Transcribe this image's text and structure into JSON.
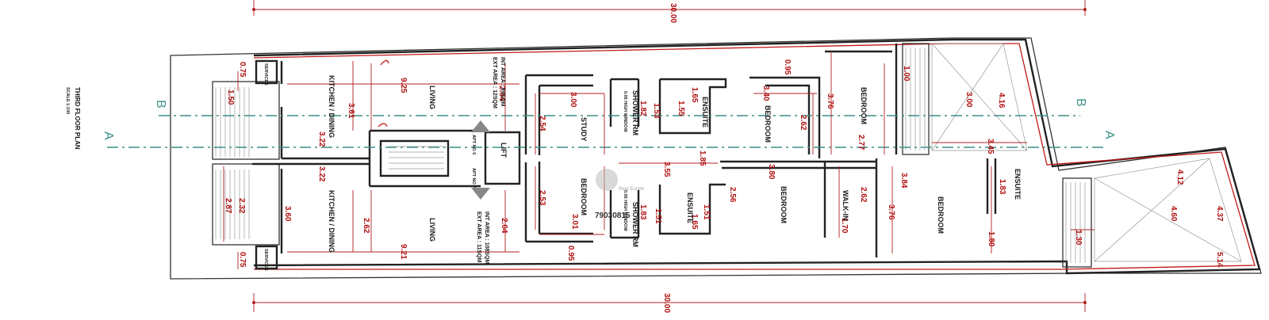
{
  "title": {
    "main": "THIRD FLOOR PLAN",
    "scale": "SCALE 1:100"
  },
  "sections": {
    "a": "A",
    "b": "B"
  },
  "rooms": {
    "kitchen_top": "KITCHEN / DINING",
    "kitchen_bottom": "KITCHEN / DINING",
    "living_top": "LIVING",
    "living_bottom": "LIVING",
    "study": "STUDY",
    "bedroom_top_mid": "BEDROOM",
    "bedroom_top_right": "BEDROOM",
    "bedroom_bottom_left": "BEDROOM",
    "bedroom_bottom_mid": "BEDROOM",
    "bedroom_bottom_right": "BEDROOM",
    "shower_top": "SHOWER RM",
    "shower_bottom": "SHOWER RM",
    "ensuite_top": "ENSUITE",
    "ensuite_bottom": "ENSUITE",
    "ensuite_right": "ENSUITE",
    "walkin": "WALK-IN",
    "lift": "LIFT",
    "services_top": "SERVICES",
    "services_bottom": "SERVICES"
  },
  "apartments": {
    "apt6": "APT NO 6",
    "apt7": "APT NO 7",
    "apt6_int": "INT AREA : 89SQM",
    "apt6_ext": "EXT AREA : 12SQM",
    "apt7_int": "INT AREA : 108SQM",
    "apt7_ext": "EXT AREA : 11SQM"
  },
  "notes": {
    "window_top": "0.05 HIGH WINDOW",
    "window_bottom": "0.05 HIGH WINDOW"
  },
  "watermark": {
    "phone": "79030815",
    "brand": "Real Estate"
  },
  "dims": {
    "overall_top": "30.00",
    "overall_bottom": "30.00",
    "d075a": "0.75",
    "d075b": "0.75",
    "d150": "1.50",
    "d287": "2.87",
    "d232": "2.32",
    "d925": "9.25",
    "d921": "9.21",
    "d361": "3.61",
    "d360": "3.60",
    "d322a": "3.22",
    "d322b": "3.22",
    "d262a": "2.62",
    "d264a": "2.64",
    "d264b": "2.64",
    "d300": "3.00",
    "d254": "2.54",
    "d253": "2.53",
    "d301": "3.01",
    "d095a": "0.95",
    "d095b": "0.95",
    "d153": "1.53",
    "d182": "1.82",
    "d165a": "1.65",
    "d155": "1.55",
    "d355": "3.55",
    "d185": "1.85",
    "d183": "1.83",
    "d151a": "1.51",
    "d151b": "1.51",
    "d165b": "1.65",
    "d340": "3.40",
    "d262b": "2.62",
    "d376a": "3.76",
    "d277": "2.77",
    "d380": "3.80",
    "d256": "2.56",
    "d262c": "2.62",
    "d170": "1.70",
    "d376b": "3.76",
    "d384": "3.84",
    "d100": "1.00",
    "d300b": "3.00",
    "d416": "4.16",
    "d345": "3.45",
    "d183b": "1.83",
    "d180": "1.80",
    "d130": "1.30",
    "d412": "4.12",
    "d460": "4.60",
    "d437": "4.37",
    "d514": "5.14"
  }
}
